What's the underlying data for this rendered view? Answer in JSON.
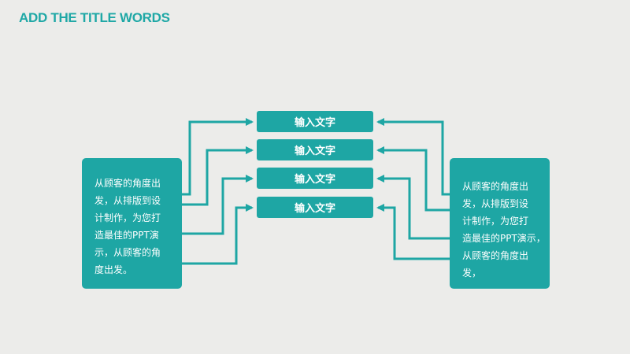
{
  "slide": {
    "title": "ADD THE TITLE WORDS",
    "left_text": "从顾客的角度出\n发，从排版到设\n计制作，为您打\n造最佳的PPT演\n示，从顾客的角\n度出发。",
    "right_text": "从顾客的角度出\n发，从排版到设\n计制作，为您打\n造最佳的PPT演示，\n从顾客的角度出\n发，",
    "center_boxes": [
      {
        "label": "输入文字"
      },
      {
        "label": "输入文字"
      },
      {
        "label": "输入文字"
      },
      {
        "label": "输入文字"
      }
    ]
  },
  "colors": {
    "accent": "#1ea6a4",
    "background": "#ececea",
    "text_on_accent": "#ffffff"
  }
}
